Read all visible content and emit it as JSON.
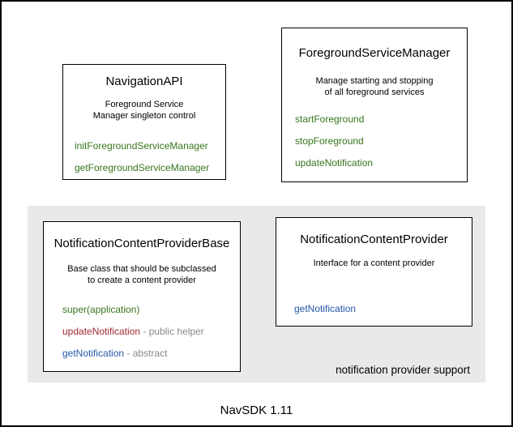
{
  "frame": {
    "caption": "NavSDK 1.11"
  },
  "colors": {
    "method_green": "#38761d",
    "method_red": "#a12933",
    "method_blue": "#2757a8",
    "note_gray": "#888888",
    "group_bg": "#e9e9e9"
  },
  "classes": [
    {
      "name": "NavigationAPI",
      "description_line1": "Foreground Service",
      "description_line2": "Manager singleton control",
      "methods": [
        {
          "label": "initForegroundServiceManager",
          "color": "green",
          "note": ""
        },
        {
          "label": "getForegroundServiceManager",
          "color": "green",
          "note": ""
        }
      ]
    },
    {
      "name": "ForegroundServiceManager",
      "description_line1": "Manage starting and stopping",
      "description_line2": "of all foreground services",
      "methods": [
        {
          "label": "startForeground",
          "color": "green",
          "note": ""
        },
        {
          "label": "stopForeground",
          "color": "green",
          "note": ""
        },
        {
          "label": "updateNotification",
          "color": "green",
          "note": ""
        }
      ]
    },
    {
      "name": "NotificationContentProviderBase",
      "description_line1": "Base class that should be subclassed",
      "description_line2": "to create a content provider",
      "methods": [
        {
          "label": "super(application)",
          "color": "green",
          "note": ""
        },
        {
          "label": "updateNotification",
          "color": "red",
          "note": " - public helper"
        },
        {
          "label": "getNotification",
          "color": "blue",
          "note": " - abstract"
        }
      ]
    },
    {
      "name": "NotificationContentProvider",
      "description_line1": "Interface for a content provider",
      "description_line2": "",
      "methods": [
        {
          "label": "getNotification",
          "color": "blue",
          "note": ""
        }
      ]
    }
  ],
  "group": {
    "label": "notification provider support"
  }
}
